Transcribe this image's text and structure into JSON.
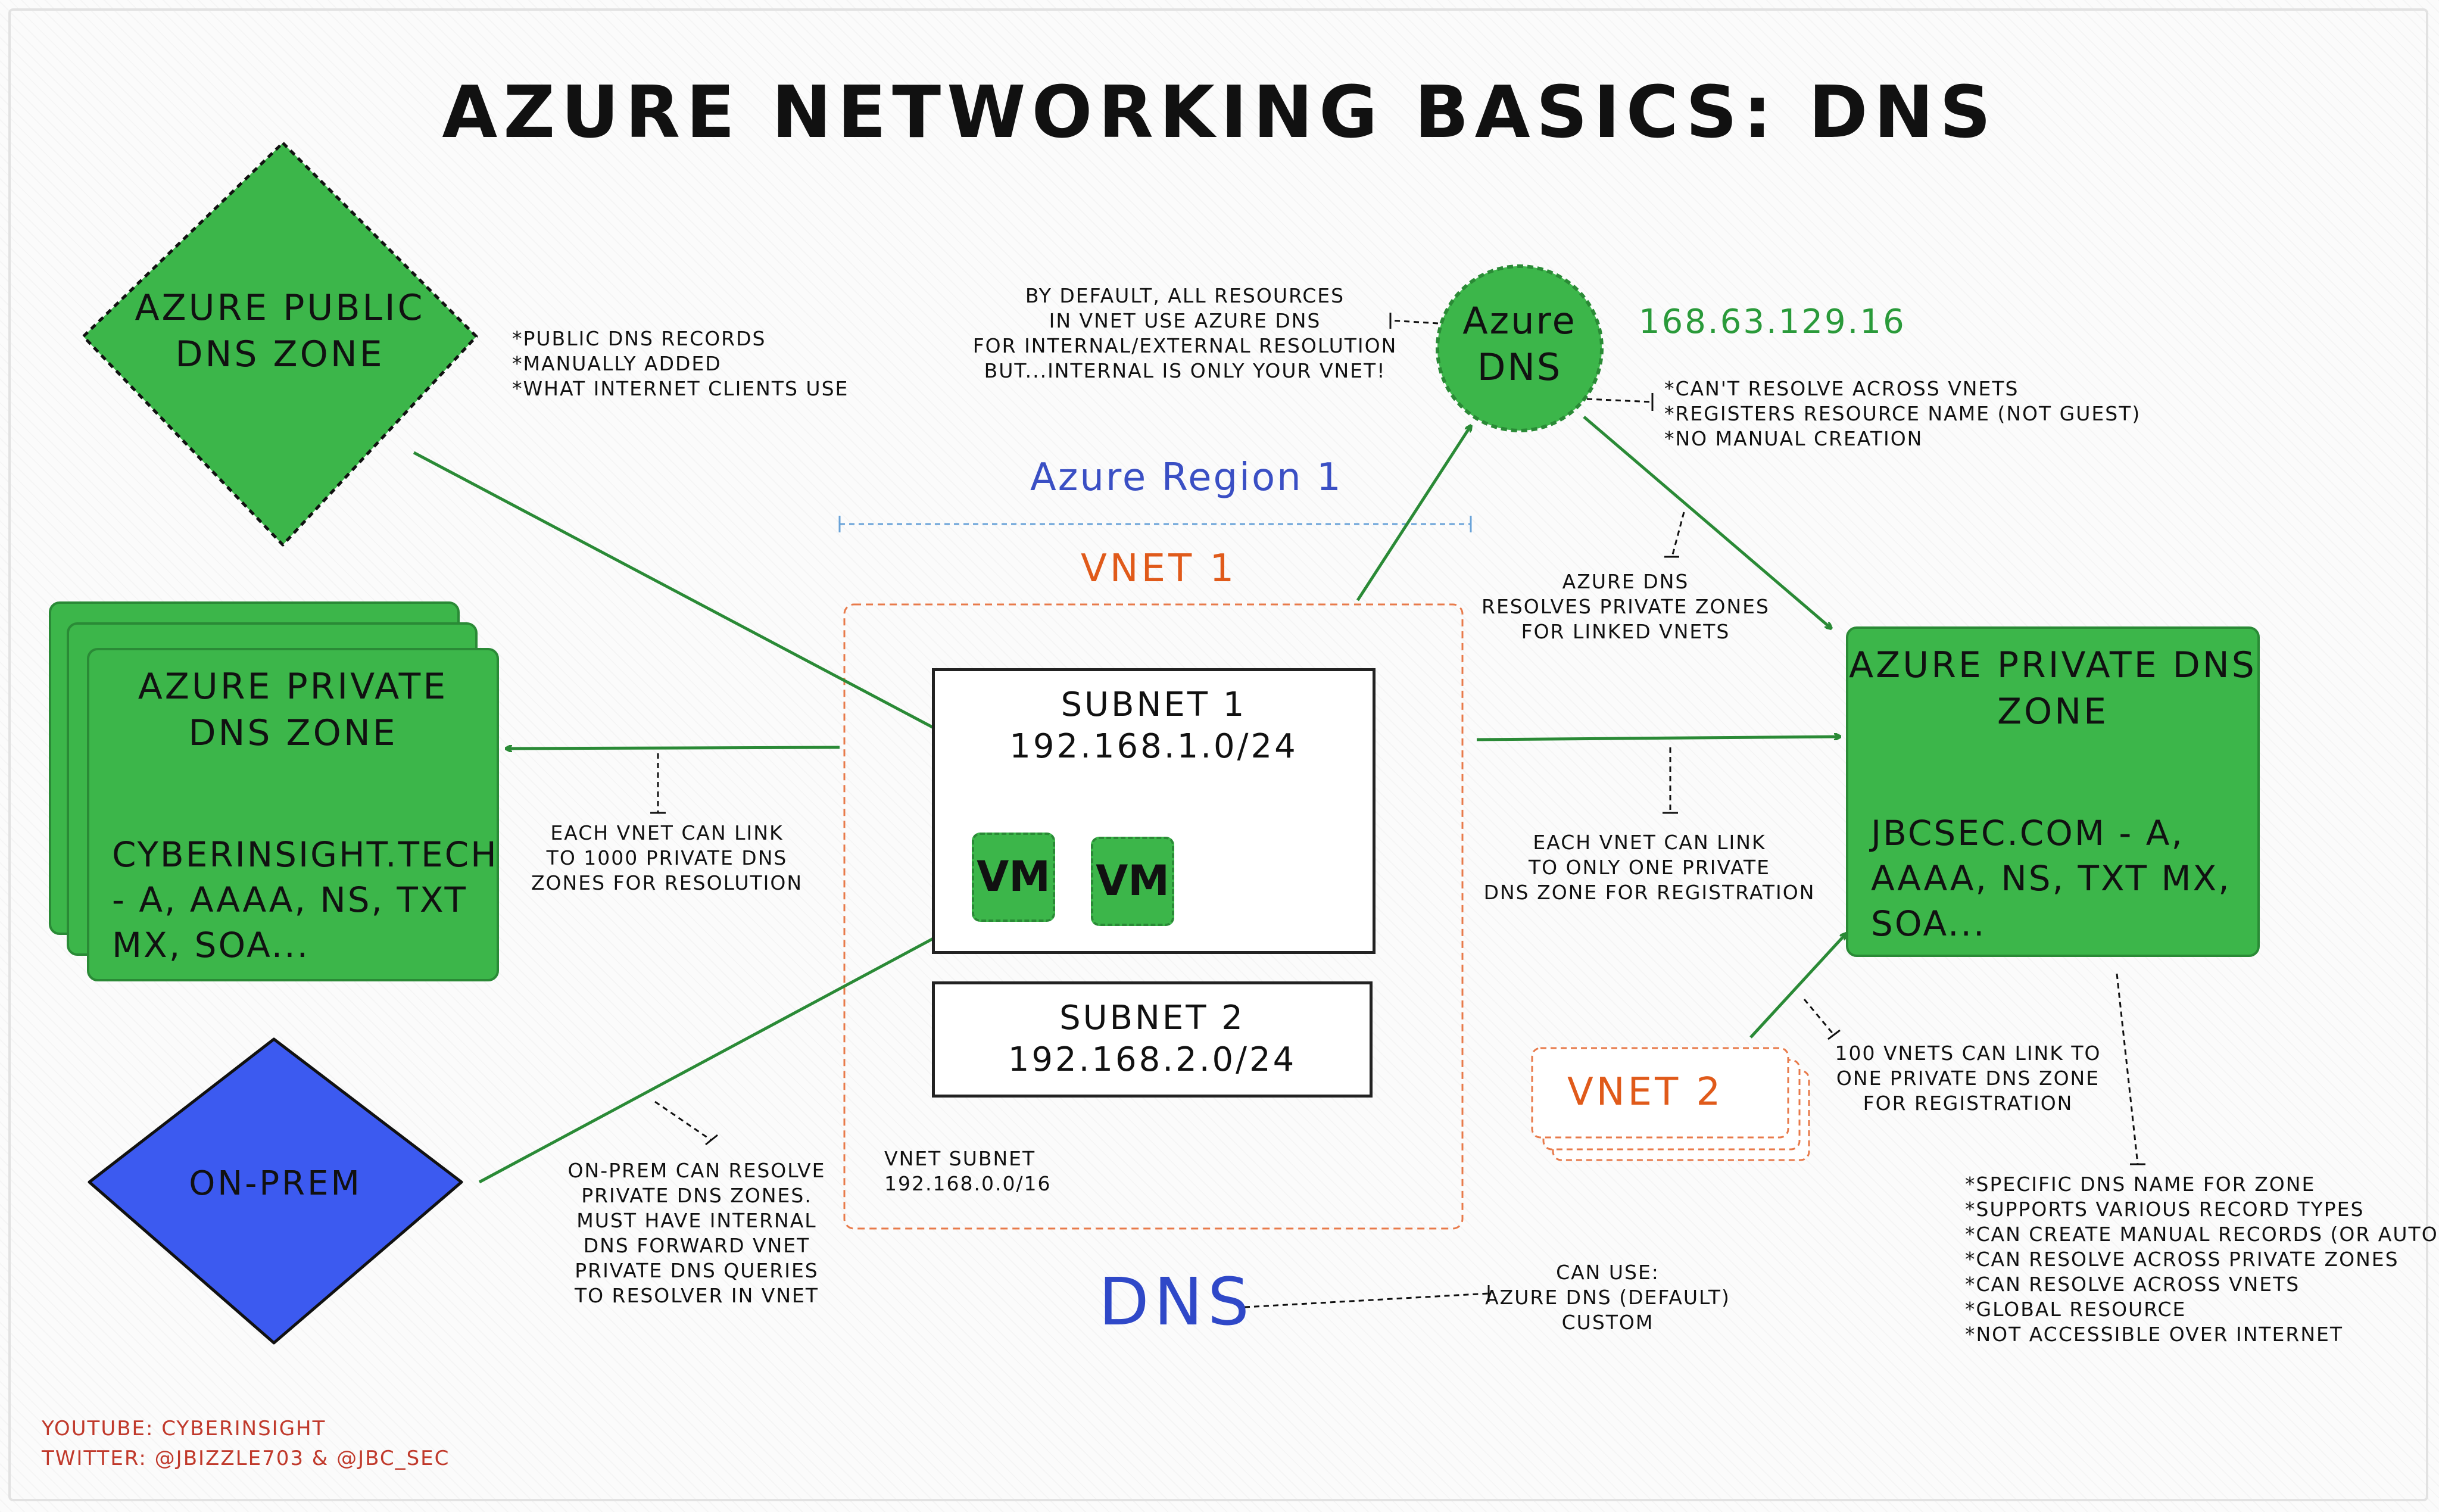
{
  "title": "AZURE NETWORKING BASICS: DNS",
  "public_zone": {
    "label": "AZURE PUBLIC\nDNS ZONE",
    "notes": "*PUBLIC DNS RECORDS\n*MANUALLY ADDED\n*WHAT INTERNET CLIENTS USE"
  },
  "azure_dns": {
    "label": "Azure\nDNS",
    "ip": "168.63.129.16",
    "left_note": "BY DEFAULT, ALL RESOURCES\nIN VNET USE AZURE DNS\nFOR INTERNAL/EXTERNAL RESOLUTION\nBUT...INTERNAL IS ONLY YOUR VNET!",
    "right_note": "*CAN'T RESOLVE ACROSS VNETS\n*REGISTERS RESOURCE NAME (NOT GUEST)\n*NO MANUAL CREATION",
    "resolve_note": "AZURE DNS\nRESOLVES PRIVATE ZONES\nFOR LINKED VNETS"
  },
  "region": {
    "label": "Azure Region 1"
  },
  "vnet1": {
    "label": "VNET 1",
    "subnet_label": "VNET SUBNET\n192.168.0.0/16",
    "subnet1": {
      "name": "SUBNET 1",
      "cidr": "192.168.1.0/24"
    },
    "subnet2": {
      "name": "SUBNET 2",
      "cidr": "192.168.2.0/24"
    },
    "vms": [
      "VM",
      "VM"
    ]
  },
  "private_zone_left": {
    "label": "AZURE PRIVATE\nDNS ZONE",
    "body": "CYBERINSIGHT.TECH\n- A, AAAA, NS, TXT\nMX, SOA...",
    "link_note": "EACH VNET CAN LINK\nTO 1000 PRIVATE DNS\nZONES FOR RESOLUTION"
  },
  "private_zone_right": {
    "label": "AZURE PRIVATE\nDNS ZONE",
    "body": "JBCSEC.COM\n- A, AAAA, NS, TXT\nMX, SOA...",
    "registration_note": "EACH VNET CAN LINK\nTO ONLY ONE PRIVATE\nDNS ZONE FOR REGISTRATION",
    "features": "*SPECIFIC DNS NAME FOR ZONE\n*SUPPORTS VARIOUS RECORD TYPES\n*CAN CREATE MANUAL RECORDS (OR AUTO)\n*CAN RESOLVE ACROSS PRIVATE ZONES\n*CAN RESOLVE ACROSS VNETS\n*GLOBAL RESOURCE\n*NOT ACCESSIBLE OVER INTERNET"
  },
  "vnet2": {
    "label": "VNET 2",
    "note": "100 VNETS CAN LINK TO\nONE PRIVATE DNS ZONE\nFOR REGISTRATION"
  },
  "onprem": {
    "label": "ON-PREM",
    "note": "ON-PREM CAN RESOLVE\nPRIVATE DNS ZONES.\nMUST HAVE INTERNAL\nDNS FORWARD VNET\nPRIVATE DNS QUERIES\nTO RESOLVER IN VNET"
  },
  "dns": {
    "label": "DNS",
    "note": "CAN USE:\nAZURE DNS (DEFAULT)\nCUSTOM"
  },
  "footer": {
    "youtube": "YOUTUBE: CYBERINSIGHT",
    "twitter": "TWITTER: @JBIZZLE703 & @JBC_SEC"
  },
  "colors": {
    "green": "#3cb64a",
    "blue": "#3c5af0",
    "orange": "#e05a1a",
    "region_blue": "#3a4fc4",
    "footer_red": "#c0392b"
  }
}
